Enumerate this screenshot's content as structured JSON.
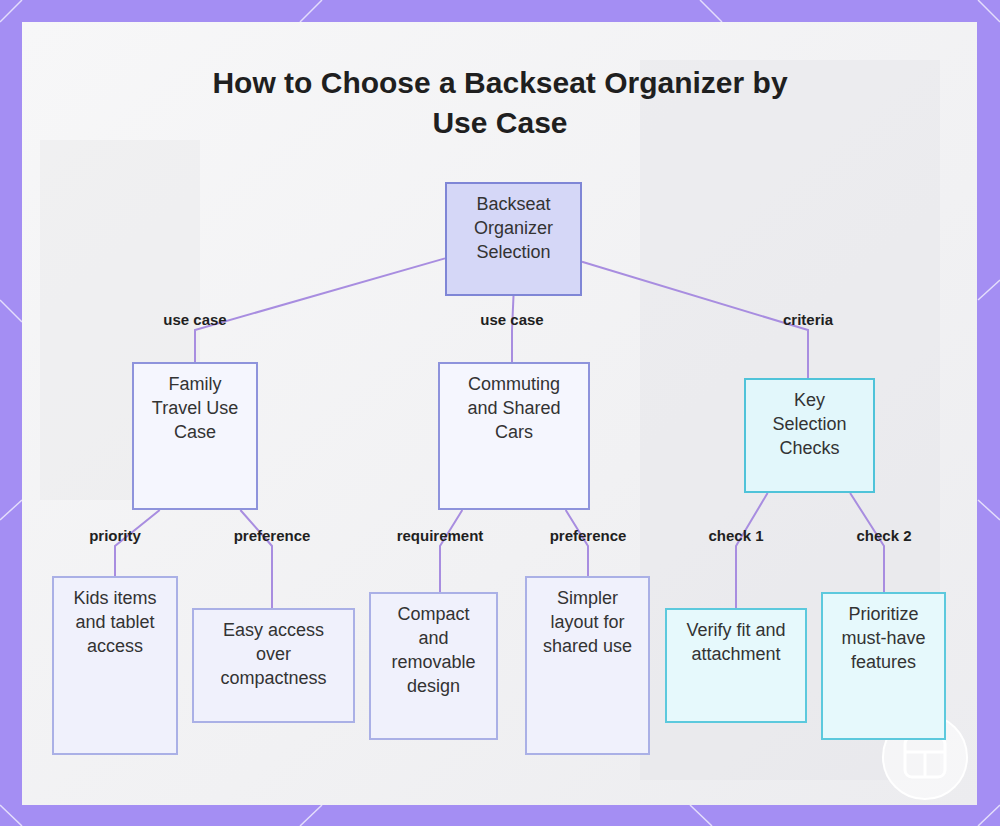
{
  "diagram": {
    "title": "How to Choose a Backseat Organizer by Use Case",
    "nodes": [
      {
        "text": [
          "Backseat Organizer Selection"
        ]
      },
      {
        "text": [
          "Family Travel Use Case"
        ]
      },
      {
        "text": [
          "Commuting and Shared Cars"
        ]
      },
      {
        "text": [
          "Key Selection Checks"
        ]
      },
      {
        "text": [
          "Kids items and tablet access"
        ]
      },
      {
        "text": [
          "Easy access over compactness"
        ]
      },
      {
        "text": [
          "Compact and removable design"
        ]
      },
      {
        "text": [
          "Simpler layout for shared use"
        ]
      },
      {
        "text": [
          "Verify fit and attachment"
        ]
      },
      {
        "text": [
          "Prioritize must-have features"
        ]
      }
    ],
    "edges": [
      {
        "from": 0,
        "to": 1,
        "label": "use case",
        "arrow": "none"
      },
      {
        "from": 0,
        "to": 2,
        "label": "use case",
        "arrow": "none"
      },
      {
        "from": 0,
        "to": 3,
        "label": "criteria",
        "arrow": "none"
      },
      {
        "from": 1,
        "to": 4,
        "label": "priority",
        "arrow": "none"
      },
      {
        "from": 1,
        "to": 5,
        "label": "preference",
        "arrow": "none"
      },
      {
        "from": 2,
        "to": 6,
        "label": "requirement",
        "arrow": "none"
      },
      {
        "from": 2,
        "to": 7,
        "label": "preference",
        "arrow": "none"
      },
      {
        "from": 3,
        "to": 8,
        "label": "check 1",
        "arrow": "none"
      },
      {
        "from": 3,
        "to": 9,
        "label": "check 2",
        "arrow": "none"
      }
    ]
  }
}
